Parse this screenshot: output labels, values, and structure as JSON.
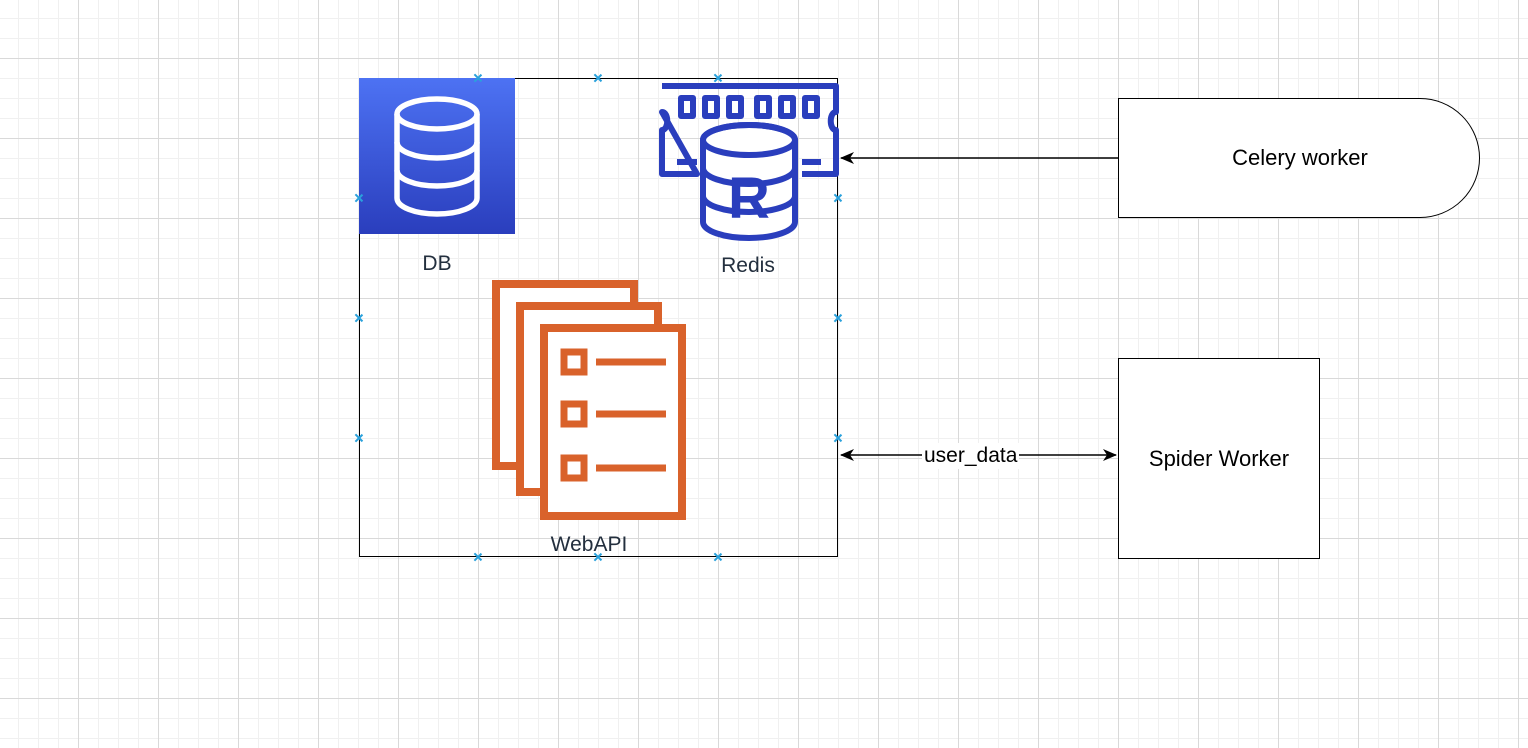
{
  "diagram": {
    "nodes": {
      "db": {
        "label": "DB",
        "icon": "database-icon",
        "color_top": "#4d72f3",
        "color_bottom": "#2a3ebd"
      },
      "redis": {
        "label": "Redis",
        "icon": "redis-icon",
        "color": "#2a3ebd"
      },
      "webapi": {
        "label": "WebAPI",
        "icon": "document-stack-icon",
        "color": "#d9622b"
      },
      "celery": {
        "label": "Celery worker",
        "shape": "delay-shape"
      },
      "spider": {
        "label": "Spider Worker",
        "shape": "rectangle"
      }
    },
    "edges": [
      {
        "from": "celery",
        "to": "container",
        "direction": "single-arrow",
        "label": ""
      },
      {
        "from": "spider",
        "to": "container",
        "direction": "double-arrow",
        "label": "user_data"
      }
    ],
    "colors": {
      "connection_point": "#2aa1dc",
      "stroke": "#000000",
      "label_text": "#232f3e"
    }
  }
}
